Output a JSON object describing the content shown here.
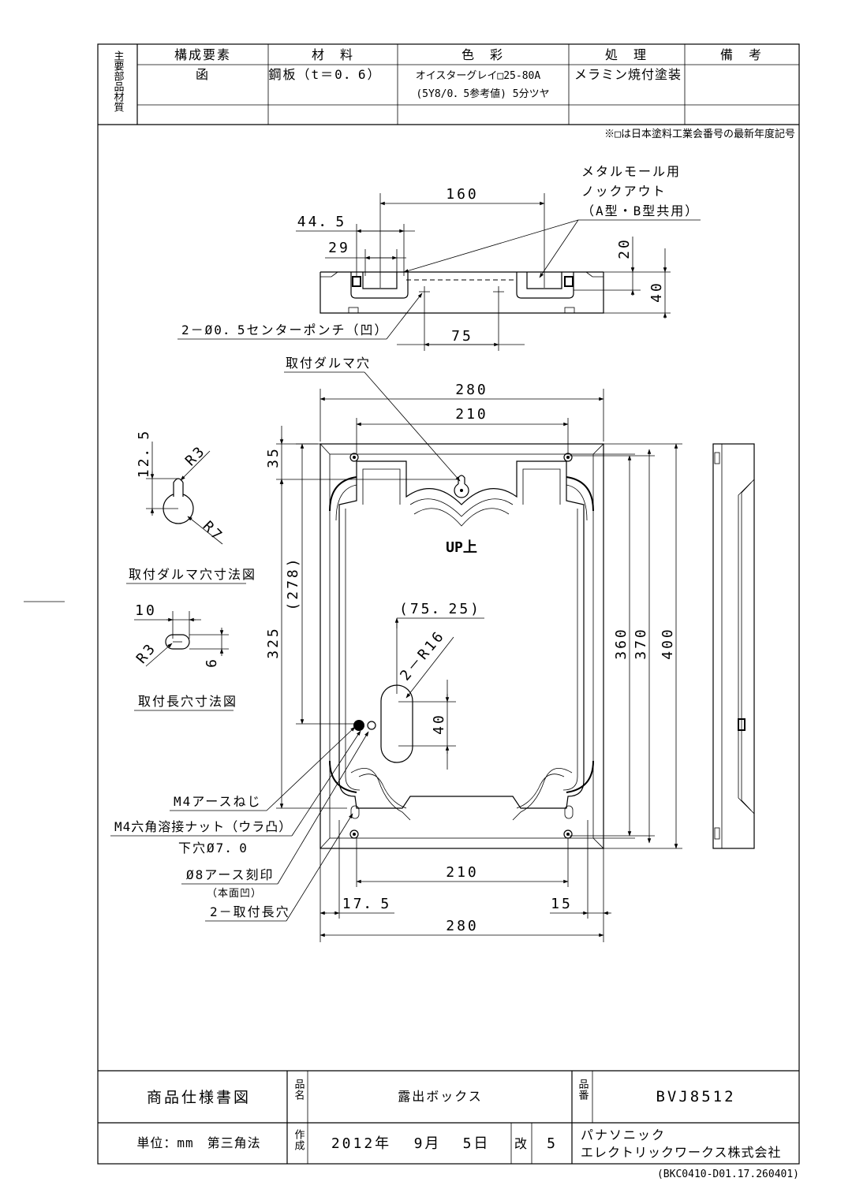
{
  "materials_table": {
    "side_label": "主要部品材質",
    "headers": [
      "構成要素",
      "材　料",
      "色　彩",
      "処　理",
      "備　考"
    ],
    "row1": {
      "component": "函",
      "material": "鋼板（t＝0．6）",
      "color_line1": "オイスターグレイ□25-80A",
      "color_line2": "(5Y8/0．5参考値) 5分ツヤ",
      "treatment": "メラミン焼付塗装",
      "remarks": ""
    },
    "note": "※□は日本塗料工業会番号の最新年度記号"
  },
  "top_view": {
    "dim_160": "160",
    "dim_44_5": "44．5",
    "dim_29": "29",
    "dim_20": "20",
    "dim_40": "40",
    "dim_75": "75",
    "knockout_line1": "メタルモール用",
    "knockout_line2": "ノックアウト",
    "knockout_line3": "（A型・B型共用）",
    "center_punch": "2－Ø0．5センターポンチ（凹）"
  },
  "front_view": {
    "mount_hole_label": "取付ダルマ穴",
    "dim_280_top": "280",
    "dim_210_top": "210",
    "dim_35": "35",
    "dim_278": "(278)",
    "dim_325": "325",
    "dim_75_25": "(75．25)",
    "dim_r16": "2－R16",
    "dim_40v": "40",
    "dim_360": "360",
    "dim_370": "370",
    "dim_400": "400",
    "up_mark": "UP上",
    "dim_210_bottom": "210",
    "dim_17_5": "17．5",
    "dim_15": "15",
    "dim_280_bottom": "280",
    "earth_screw": "M4アースねじ",
    "hex_nut": "M4六角溶接ナット（ウラ凸）",
    "pilot_hole": "下穴Ø7．0",
    "earth_mark": "Ø8アース刻印",
    "earth_mark_sub": "（本面凹）",
    "long_holes": "2－取付長穴"
  },
  "detail_keyhole": {
    "dim_12_5": "12．5",
    "r3": "R3",
    "r7": "R7",
    "caption": "取付ダルマ穴寸法図"
  },
  "detail_slot": {
    "dim_10": "10",
    "r3": "R3",
    "dim_6": "6",
    "caption": "取付長穴寸法図"
  },
  "title_block": {
    "doc_title": "商品仕様書図",
    "name_label": "品名",
    "product_name": "露出ボックス",
    "number_label": "品番",
    "product_number": "BVJ8512",
    "unit": "単位：mm　第三角法",
    "made_label": "作成",
    "year": "2012年",
    "month": "9月",
    "day": "5日",
    "rev_label": "改",
    "rev": "5",
    "company_line1": "パナソニック",
    "company_line2": "エレクトリックワークス株式会社",
    "doc_code": "(BKC0410-D01.17.260401)"
  }
}
